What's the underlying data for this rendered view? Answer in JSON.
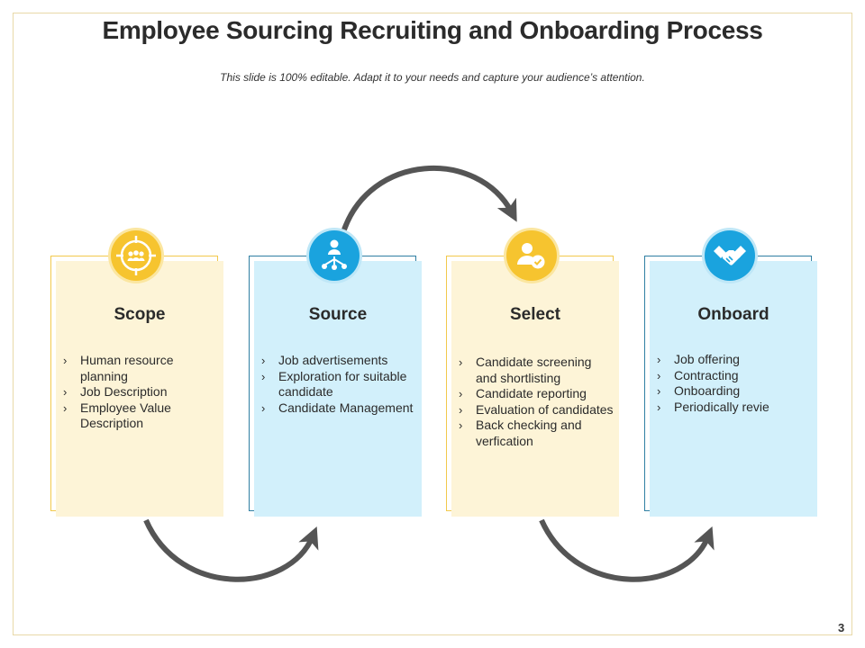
{
  "slide": {
    "title": "Employee Sourcing Recruiting and Onboarding Process",
    "subtitle": "This slide is 100% editable. Adapt it to your needs and capture your audience’s attention.",
    "page_number": "3"
  },
  "colors": {
    "yellow_card": "#fdf4d7",
    "blue_card": "#d2f0fb",
    "yellow_icon": "#f6c42f",
    "blue_icon": "#1aa3de",
    "arrow": "#555555"
  },
  "steps": [
    {
      "title": "Scope",
      "icon": "target-team-icon",
      "items": [
        "Human resource planning",
        "Job Description",
        "Employee Value Description"
      ]
    },
    {
      "title": "Source",
      "icon": "network-person-icon",
      "items": [
        "Job advertisements",
        "Exploration for suitable candidate",
        "Candidate Management"
      ]
    },
    {
      "title": "Select",
      "icon": "user-check-icon",
      "items": [
        "Candidate screening and shortlisting",
        "Candidate reporting",
        "Evaluation of candidates",
        "Back checking and verfication"
      ]
    },
    {
      "title": "Onboard",
      "icon": "handshake-icon",
      "items": [
        "Job offering",
        "Contracting",
        "Onboarding",
        "Periodically revie"
      ]
    }
  ]
}
